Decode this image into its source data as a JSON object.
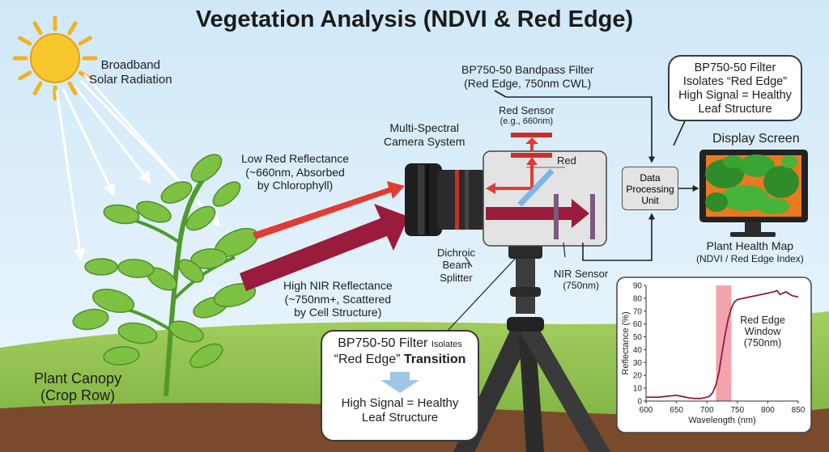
{
  "title": "Vegetation Analysis (NDVI & Red Edge)",
  "labels": {
    "solar": [
      "Broadband",
      "Solar Radiation"
    ],
    "canopy": [
      "Plant Canopy",
      "(Crop Row)"
    ],
    "low_red": [
      "Low Red Reflectance",
      "(~660nm, Absorbed",
      "by Chlorophyll)"
    ],
    "high_nir": [
      "High NIR Reflectance",
      "(~750nm+, Scattered",
      "by Cell Structure)"
    ],
    "camera": [
      "Multi-Spectral",
      "Camera System"
    ],
    "bandpass": [
      "BP750-50 Bandpass Filter",
      "(Red Edge, 750nm CWL)"
    ],
    "red_sensor": [
      "Red Sensor",
      "(e.g., 660nm)"
    ],
    "red": "Red",
    "dichroic": [
      "Dichroic",
      "Beam",
      "Splitter"
    ],
    "nir_sensor": [
      "NIR Sensor",
      "(750nm)"
    ],
    "dpu": [
      "Data",
      "Processing",
      "Unit"
    ],
    "display": "Display Screen",
    "health_map": [
      "Plant Health Map",
      "(NDVI / Red Edge Index)"
    ]
  },
  "callout_top": [
    "BP750-50 Filter",
    "Isolates “Red Edge”",
    "High Signal = Healthy",
    "Leaf Structure"
  ],
  "callout_bottom": {
    "line1_main": "BP750-50 Filter",
    "line1_small": "Isolates",
    "line2_quote": "“Red Edge”",
    "line2_bold": "Transition",
    "result": [
      "High Signal = Healthy",
      "Leaf Structure"
    ]
  },
  "colors": {
    "sky": "#dff0fb",
    "grass": "#8fc24f",
    "soil": "#7a4a2c",
    "leaf": "#7cc142",
    "red_beam": "#e23b32",
    "nir_beam": "#9a1b3b",
    "curve": "#8a1f3c",
    "window": "#f2a3ad"
  },
  "chart_data": {
    "type": "line",
    "xlabel": "Wavelength (nm)",
    "ylabel": "Reflectance (%)",
    "xlim": [
      600,
      850
    ],
    "ylim": [
      0,
      90
    ],
    "x_ticks": [
      600,
      650,
      700,
      750,
      800,
      850
    ],
    "y_ticks": [
      0,
      10,
      20,
      30,
      40,
      50,
      60,
      70,
      80,
      90
    ],
    "grid": false,
    "annotation": [
      "Red Edge",
      "Window",
      "(750nm)"
    ],
    "window_range": [
      715,
      740
    ],
    "series": [
      {
        "x": [
          600,
          610,
          620,
          630,
          640,
          650,
          660,
          670,
          680,
          690,
          700,
          705,
          710,
          715,
          720,
          725,
          730,
          735,
          740,
          745,
          750,
          760,
          770,
          780,
          790,
          800,
          810,
          815,
          820,
          830,
          840,
          850
        ],
        "y": [
          3,
          3,
          3,
          3.5,
          4,
          4.5,
          3.5,
          2.5,
          2,
          2,
          3,
          4,
          7,
          13,
          23,
          38,
          52,
          64,
          72,
          77,
          79,
          80,
          81,
          82,
          83,
          84,
          85,
          86,
          83,
          85,
          82,
          81
        ]
      }
    ]
  }
}
